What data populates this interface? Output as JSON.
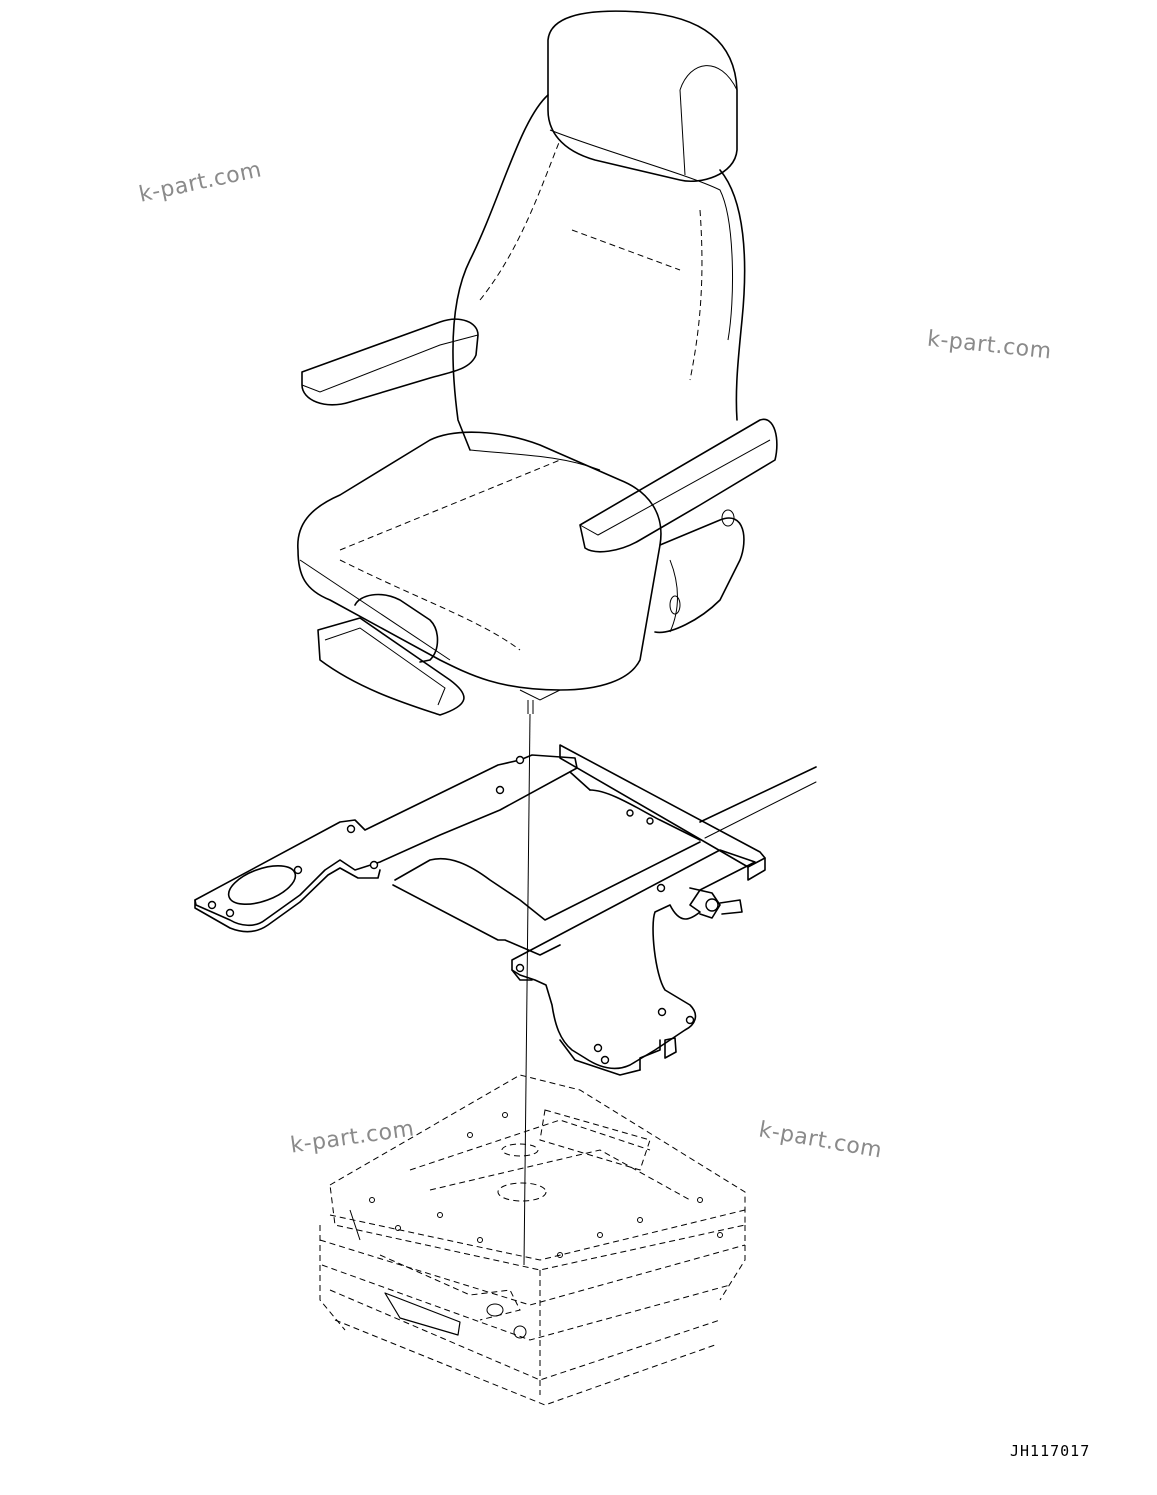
{
  "drawing": {
    "code": "JH117017",
    "watermark": "k-part.com"
  },
  "parts": {
    "seat": "operator-seat",
    "bracket": "seat-mounting-bracket",
    "suspension": "seat-suspension"
  }
}
